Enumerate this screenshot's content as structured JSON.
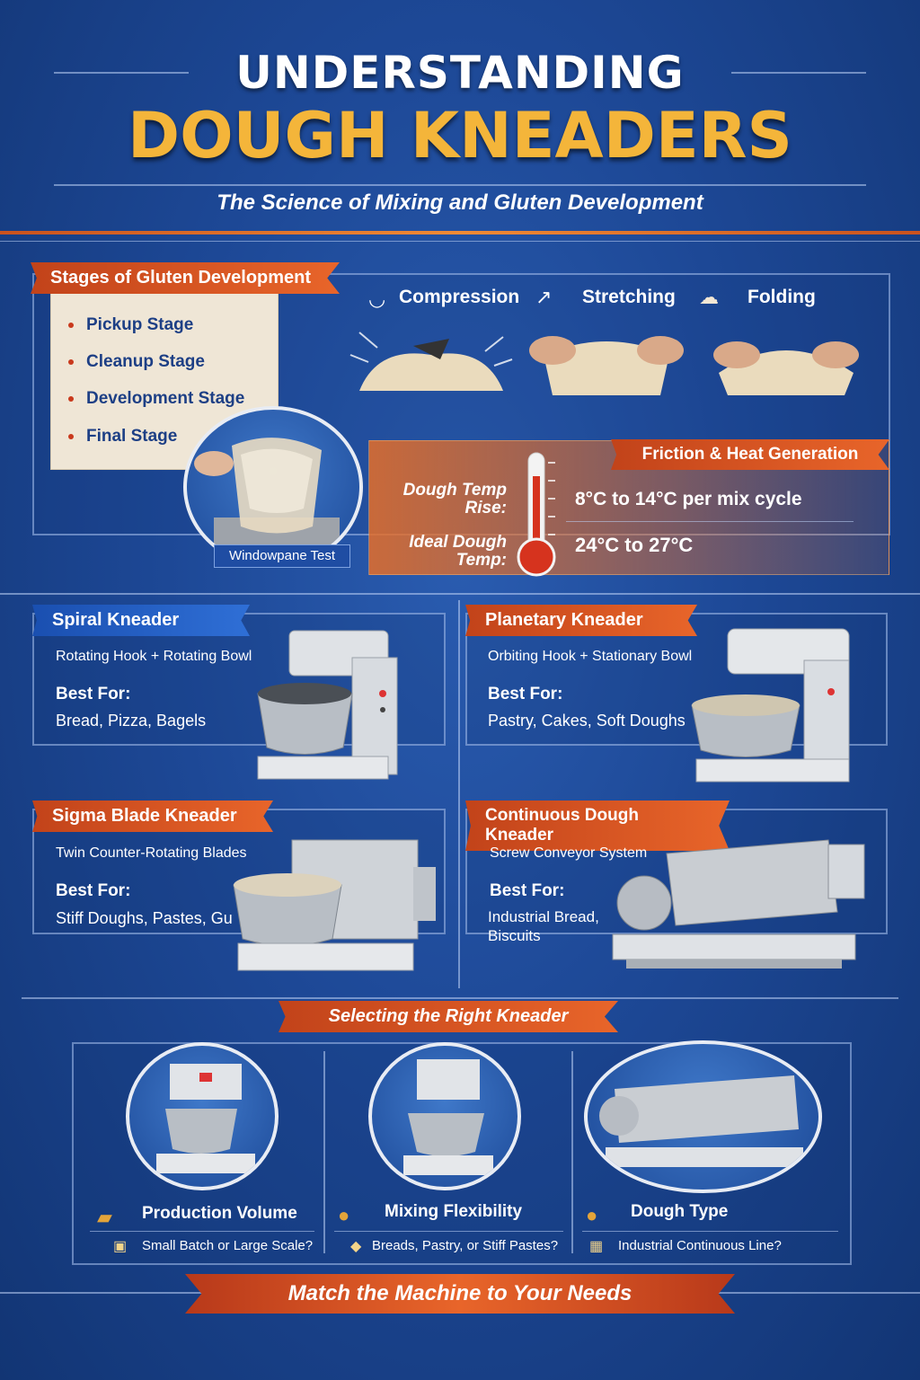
{
  "header": {
    "title_line1": "UNDERSTANDING",
    "title_line2": "DOUGH KNEADERS",
    "subtitle": "The Science of Mixing and Gluten Development"
  },
  "gluten": {
    "banner": "Stages of Gluten Development",
    "stages": [
      "Pickup Stage",
      "Cleanup Stage",
      "Development Stage",
      "Final Stage"
    ],
    "windowpane_caption": "Windowpane Test"
  },
  "mechanics": {
    "items": [
      {
        "label": "Compression",
        "icon": "compression-icon"
      },
      {
        "label": "Stretching",
        "icon": "stretch-icon"
      },
      {
        "label": "Folding",
        "icon": "fold-icon"
      }
    ]
  },
  "heat": {
    "banner": "Friction & Heat Generation",
    "rise_label_l1": "Dough Temp",
    "rise_label_l2": "Rise:",
    "rise_value": "8°C to 14°C per mix cycle",
    "ideal_label_l1": "Ideal Dough",
    "ideal_label_l2": "Temp:",
    "ideal_value": "24°C to 27°C"
  },
  "kneaders": [
    {
      "name": "Spiral Kneader",
      "mechanism": "Rotating Hook + Rotating Bowl",
      "best_for_label": "Best For:",
      "best_for": "Bread, Pizza, Bagels"
    },
    {
      "name": "Planetary Kneader",
      "mechanism": "Orbiting Hook + Stationary Bowl",
      "best_for_label": "Best For:",
      "best_for": "Pastry, Cakes, Soft Doughs"
    },
    {
      "name": "Sigma Blade Kneader",
      "mechanism": "Twin Counter-Rotating Blades",
      "best_for_label": "Best For:",
      "best_for": "Stiff Doughs, Pastes, Gum"
    },
    {
      "name": "Continuous Dough Kneader",
      "mechanism": "Screw Conveyor System",
      "best_for_label": "Best For:",
      "best_for_l1": "Industrial Bread,",
      "best_for_l2": "Biscuits"
    }
  ],
  "selecting": {
    "banner": "Selecting the Right Kneader",
    "criteria": [
      {
        "title": "Production Volume",
        "question": "Small Batch or Large Scale?"
      },
      {
        "title": "Mixing Flexibility",
        "question": "Breads, Pastry, or Stiff Pastes?"
      },
      {
        "title": "Dough Type",
        "question": "Industrial Continuous Line?"
      }
    ]
  },
  "footer": {
    "cta": "Match the Machine to Your Needs"
  },
  "colors": {
    "background": "#1d4896",
    "title_gold": "#f4b53a",
    "accent_orange": "#e8652a",
    "accent_blue": "#2f6fd6",
    "stage_text": "#1d3f85"
  }
}
